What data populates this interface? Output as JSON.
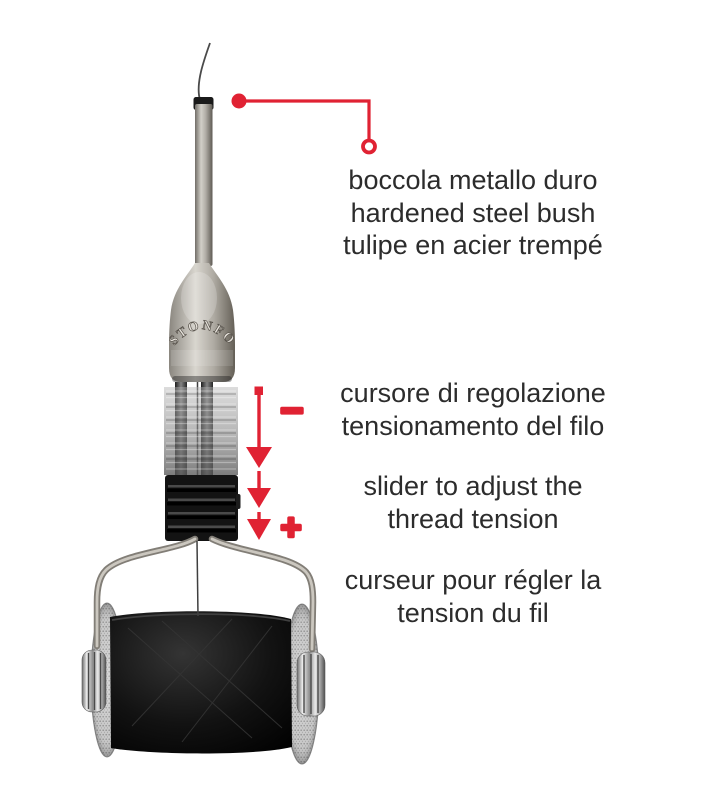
{
  "colors": {
    "accent_red": "#e02233",
    "caption_text": "#2c2c2c",
    "background": "#ffffff",
    "metal_light": "#d9d6cf",
    "metal_dark": "#686459",
    "spool_black": "#0c0c0c"
  },
  "engraving": {
    "brand": "STONFO"
  },
  "captions": {
    "bush": {
      "lines": [
        "boccola metallo duro",
        "hardened steel bush",
        "tulipe en acier trempé"
      ]
    },
    "slider_it": {
      "lines": [
        "cursore di regolazione",
        "tensionamento del filo"
      ]
    },
    "slider_en": {
      "lines": [
        "slider to adjust the",
        "thread tension"
      ]
    },
    "slider_fr": {
      "lines": [
        "curseur pour régler la",
        "tension du fil"
      ]
    }
  },
  "icons": {
    "minus": "−",
    "plus": "+"
  }
}
